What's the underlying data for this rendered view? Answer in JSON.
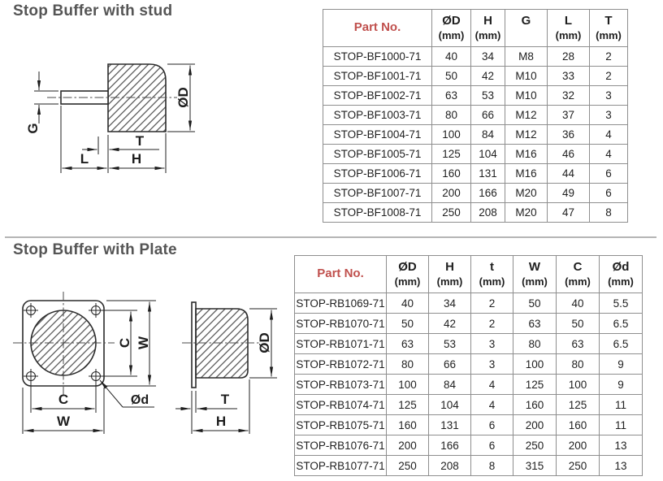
{
  "page": {
    "background": "#ffffff"
  },
  "colors": {
    "accent_red": "#c0504d",
    "title_gray": "#555555",
    "table_border": "#8e8e8e",
    "divider": "#b5b5b5"
  },
  "sections": [
    {
      "title": "Stop Buffer with stud",
      "diagram_labels": {
        "g": "G",
        "od": "ØD",
        "t": "T",
        "l": "L",
        "h": "H"
      },
      "table": {
        "headers": [
          {
            "label": "Part No.",
            "unit": null
          },
          {
            "label": "ØD",
            "unit": "(mm)"
          },
          {
            "label": "H",
            "unit": "(mm)"
          },
          {
            "label": "G",
            "unit": ""
          },
          {
            "label": "L",
            "unit": "(mm)"
          },
          {
            "label": "T",
            "unit": "(mm)"
          }
        ],
        "rows": [
          [
            "STOP-BF1000-71",
            "40",
            "34",
            "M8",
            "28",
            "2"
          ],
          [
            "STOP-BF1001-71",
            "50",
            "42",
            "M10",
            "33",
            "2"
          ],
          [
            "STOP-BF1002-71",
            "63",
            "53",
            "M10",
            "32",
            "3"
          ],
          [
            "STOP-BF1003-71",
            "80",
            "66",
            "M12",
            "37",
            "3"
          ],
          [
            "STOP-BF1004-71",
            "100",
            "84",
            "M12",
            "36",
            "4"
          ],
          [
            "STOP-BF1005-71",
            "125",
            "104",
            "M16",
            "46",
            "4"
          ],
          [
            "STOP-BF1006-71",
            "160",
            "131",
            "M16",
            "44",
            "6"
          ],
          [
            "STOP-BF1007-71",
            "200",
            "166",
            "M20",
            "49",
            "6"
          ],
          [
            "STOP-BF1008-71",
            "250",
            "208",
            "M20",
            "47",
            "8"
          ]
        ]
      }
    },
    {
      "title": "Stop Buffer with Plate",
      "diagram_labels": {
        "c": "C",
        "w": "W",
        "od": "ØD",
        "od_small": "Ød",
        "t": "T",
        "h": "H"
      },
      "table": {
        "headers": [
          {
            "label": "Part No.",
            "unit": null
          },
          {
            "label": "ØD",
            "unit": "(mm)"
          },
          {
            "label": "H",
            "unit": "(mm)"
          },
          {
            "label": "t",
            "unit": "(mm)"
          },
          {
            "label": "W",
            "unit": "(mm)"
          },
          {
            "label": "C",
            "unit": "(mm)"
          },
          {
            "label": "Ød",
            "unit": "(mm)"
          }
        ],
        "rows": [
          [
            "STOP-RB1069-71",
            "40",
            "34",
            "2",
            "50",
            "40",
            "5.5"
          ],
          [
            "STOP-RB1070-71",
            "50",
            "42",
            "2",
            "63",
            "50",
            "6.5"
          ],
          [
            "STOP-RB1071-71",
            "63",
            "53",
            "3",
            "80",
            "63",
            "6.5"
          ],
          [
            "STOP-RB1072-71",
            "80",
            "66",
            "3",
            "100",
            "80",
            "9"
          ],
          [
            "STOP-RB1073-71",
            "100",
            "84",
            "4",
            "125",
            "100",
            "9"
          ],
          [
            "STOP-RB1074-71",
            "125",
            "104",
            "4",
            "160",
            "125",
            "11"
          ],
          [
            "STOP-RB1075-71",
            "160",
            "131",
            "6",
            "200",
            "160",
            "11"
          ],
          [
            "STOP-RB1076-71",
            "200",
            "166",
            "6",
            "250",
            "200",
            "13"
          ],
          [
            "STOP-RB1077-71",
            "250",
            "208",
            "8",
            "315",
            "250",
            "13"
          ]
        ]
      }
    }
  ]
}
